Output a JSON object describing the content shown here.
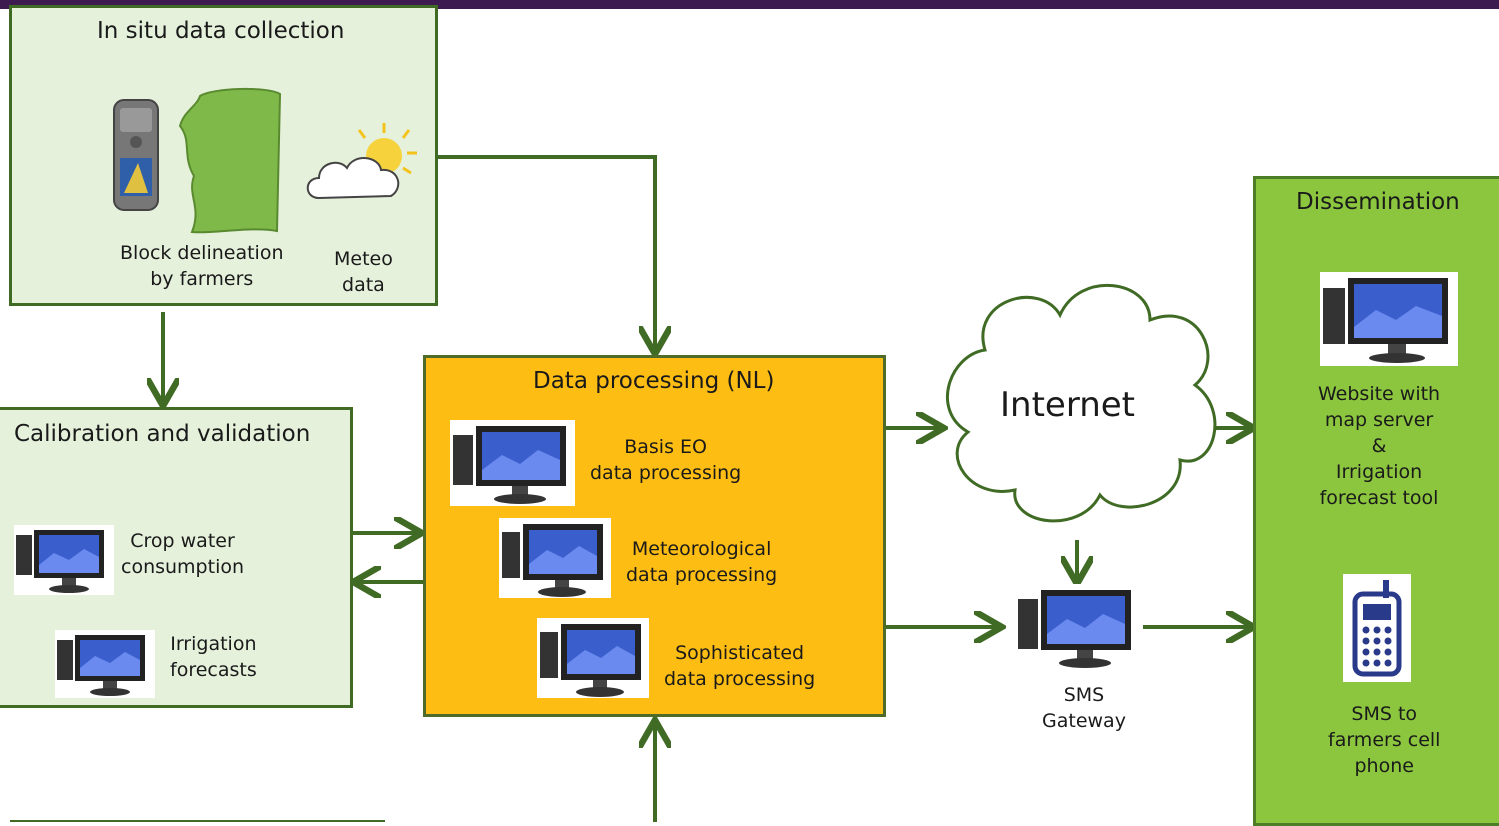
{
  "insitu": {
    "title": "In situ data collection",
    "block": "Block delineation\nby farmers",
    "meteo": "Meteo\ndata"
  },
  "calibration": {
    "title": "Calibration and validation",
    "crop": "Crop water\nconsumption",
    "irrigation": "Irrigation\nforecasts"
  },
  "processing": {
    "title": "Data processing (NL)",
    "basis": "Basis EO\ndata processing",
    "meteorological": "Meteorological\ndata processing",
    "sophisticated": "Sophisticated\ndata processing"
  },
  "internet": {
    "label": "Internet"
  },
  "sms_gateway": {
    "label": "SMS\nGateway"
  },
  "dissemination": {
    "title": "Dissemination",
    "website": "Website with\nmap server\n&\nIrrigation\nforecast tool",
    "sms": "SMS to\nfarmers cell\nphone"
  },
  "colors": {
    "frame": "#3f6b24",
    "light_fill": "#e6f1dc",
    "processing_fill": "#fdbd13",
    "dissemination_fill": "#8cc63f",
    "top_bar": "#3d1a4f"
  }
}
